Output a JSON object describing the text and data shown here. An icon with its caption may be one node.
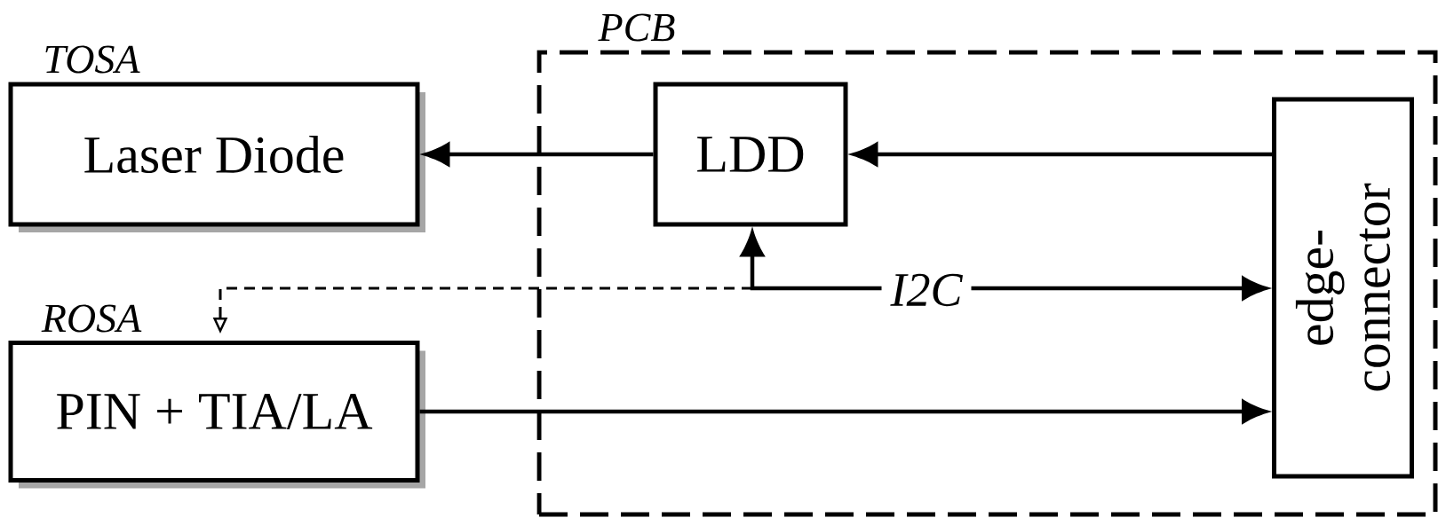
{
  "diagram": {
    "nodes": [
      {
        "text": [
          "TOSA",
          "Laser Diode"
        ]
      },
      {
        "text": [
          "ROSA",
          "PIN + TIA/LA"
        ]
      },
      {
        "text": [
          "PCB"
        ]
      },
      {
        "text": [
          "LDD"
        ],
        "in": 2
      },
      {
        "text": [
          "edge-connector"
        ],
        "in": 2
      }
    ],
    "edges": [
      {
        "from": 3,
        "to": 0,
        "arrow": "to"
      },
      {
        "from": 4,
        "to": 3,
        "arrow": "to"
      },
      {
        "from": 1,
        "to": 4,
        "arrow": "to"
      },
      {
        "from": 4,
        "to": 3,
        "arrow": "both",
        "label": "I2C"
      },
      {
        "from": null,
        "to": 1,
        "arrow": "to",
        "style": "dashed"
      }
    ]
  }
}
